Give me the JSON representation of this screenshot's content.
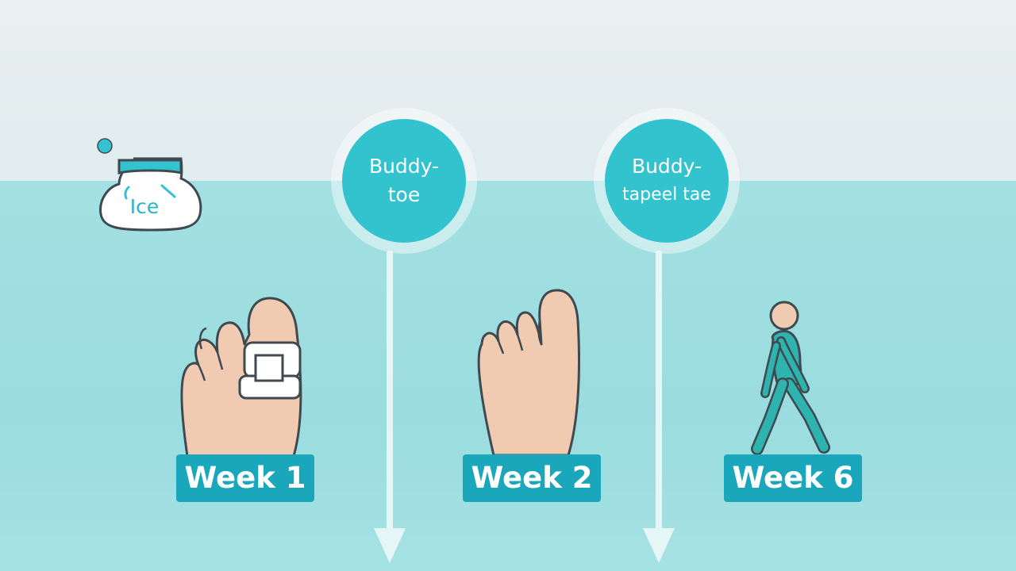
{
  "ice_pack": {
    "label": "Ice",
    "icon": "ice-pack-icon"
  },
  "milestones": [
    {
      "line1": "Buddy-",
      "line2": "toe"
    },
    {
      "line1": "Buddy-",
      "line2": "tapeel tae"
    }
  ],
  "weeks": [
    {
      "label": "Week 1",
      "icon": "taped-foot-icon"
    },
    {
      "label": "Week 2",
      "icon": "foot-icon"
    },
    {
      "label": "Week 6",
      "icon": "walking-person-icon"
    }
  ],
  "colors": {
    "accent": "#32c3cf",
    "badge": "#1aa7bc",
    "background_top": "#e4eef0",
    "background_bottom": "#9fdee1",
    "skin": "#f0cbb2",
    "outline": "#3f4a50"
  }
}
